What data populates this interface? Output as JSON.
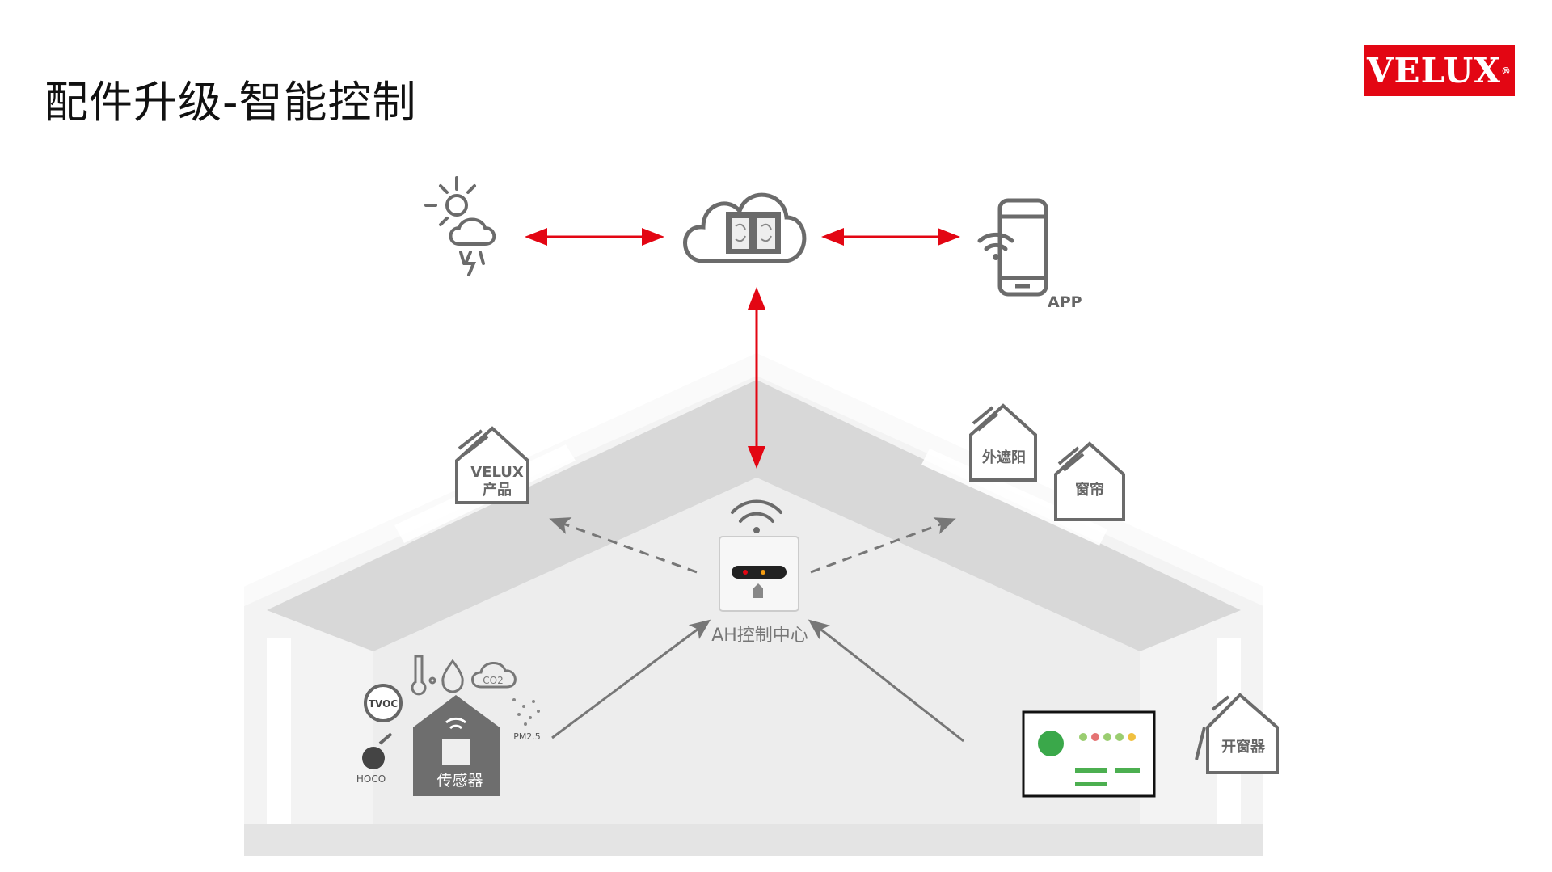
{
  "title": "配件升级-智能控制",
  "logo": "VELUX",
  "labels": {
    "app": "APP",
    "velux_product_line1": "VELUX",
    "velux_product_line2": "产品",
    "external_shading": "外遮阳",
    "curtain": "窗帘",
    "window_opener": "开窗器",
    "hub": "AH控制中心",
    "sensor": "传感器",
    "tvoc": "TVOC",
    "hoco": "HOCO",
    "pm25": "PM2.5",
    "co2": "CO2"
  },
  "colors": {
    "accent": "#e30613",
    "icon": "#6b6b6b"
  }
}
